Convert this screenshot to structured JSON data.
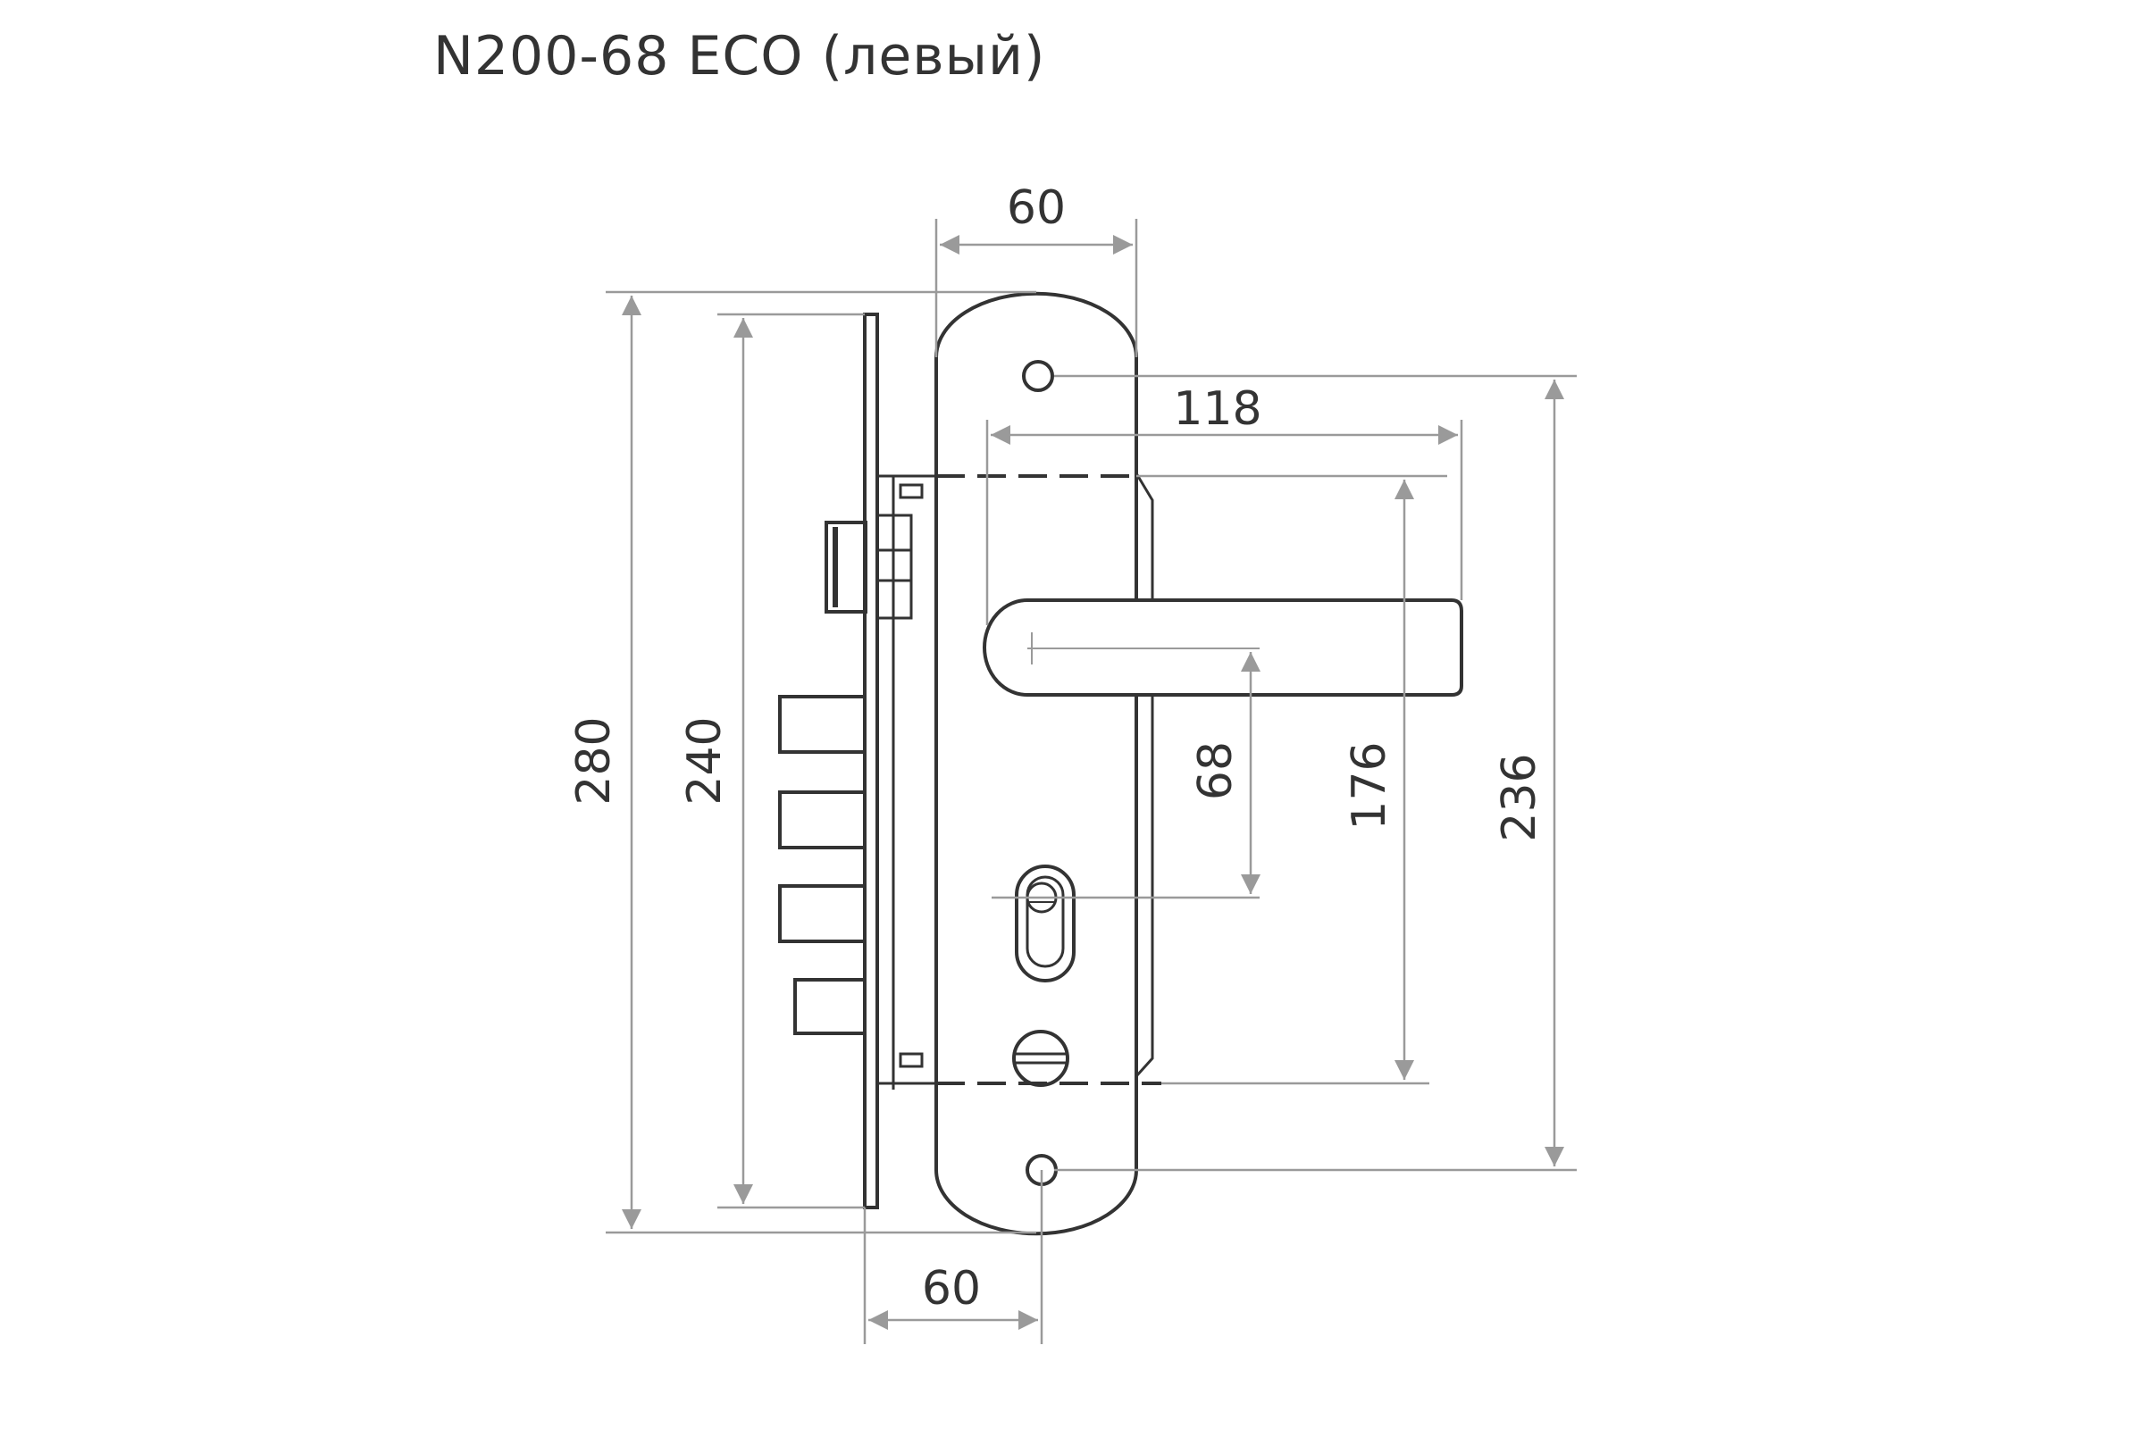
{
  "title": "N200-68 ECO (левый)",
  "dimensions": {
    "plate_width": "60",
    "backset": "60",
    "overall_height": "280",
    "lock_body_height": "240",
    "handle_length": "118",
    "handle_to_cylinder": "68",
    "latch_to_bolt": "176",
    "screw_spacing": "236"
  },
  "colors": {
    "outline": "#333333",
    "dimension": "#9a9a9a"
  }
}
